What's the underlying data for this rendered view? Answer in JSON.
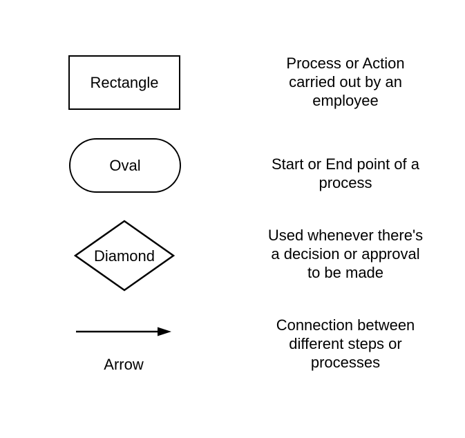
{
  "colors": {
    "background": "#ffffff",
    "stroke": "#000000",
    "text": "#000000"
  },
  "legend": {
    "rows": [
      {
        "shape": "rectangle",
        "label": "Rectangle",
        "description": [
          "Process or Action",
          "carried out by an",
          "employee"
        ]
      },
      {
        "shape": "oval",
        "label": "Oval",
        "description": [
          "Start or End point of a",
          "process"
        ]
      },
      {
        "shape": "diamond",
        "label": "Diamond",
        "description": [
          "Used whenever there's",
          "a decision or approval",
          "to be made"
        ]
      },
      {
        "shape": "arrow",
        "label": "Arrow",
        "description": [
          "Connection between",
          "different steps or",
          "processes"
        ]
      }
    ]
  }
}
